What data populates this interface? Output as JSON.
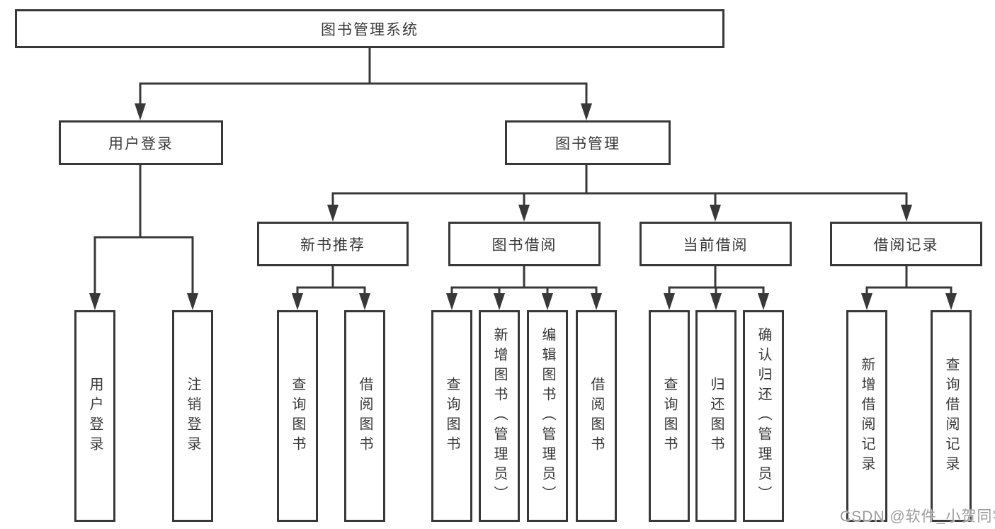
{
  "tree": {
    "label": "图书管理系统",
    "children": [
      {
        "label": "用户登录",
        "children": [
          {
            "label": "用户登录"
          },
          {
            "label": "注销登录"
          }
        ]
      },
      {
        "label": "图书管理",
        "children": [
          {
            "label": "新书推荐",
            "children": [
              {
                "label": "查询图书"
              },
              {
                "label": "借阅图书"
              }
            ]
          },
          {
            "label": "图书借阅",
            "children": [
              {
                "label": "查询图书"
              },
              {
                "label": "新增图书（管理员）"
              },
              {
                "label": "编辑图书（管理员）"
              },
              {
                "label": "借阅图书"
              }
            ]
          },
          {
            "label": "当前借阅",
            "children": [
              {
                "label": "查询图书"
              },
              {
                "label": "归还图书"
              },
              {
                "label": "确认归还（管理员）"
              }
            ]
          },
          {
            "label": "借阅记录",
            "children": [
              {
                "label": "新增借阅记录"
              },
              {
                "label": "查询借阅记录"
              }
            ]
          }
        ]
      }
    ]
  },
  "watermark": "CSDN @软件_小贺同学",
  "colors": {
    "line": "#383838",
    "text": "#383838",
    "watermark": "#9b9b9b",
    "background": "#ffffff"
  }
}
